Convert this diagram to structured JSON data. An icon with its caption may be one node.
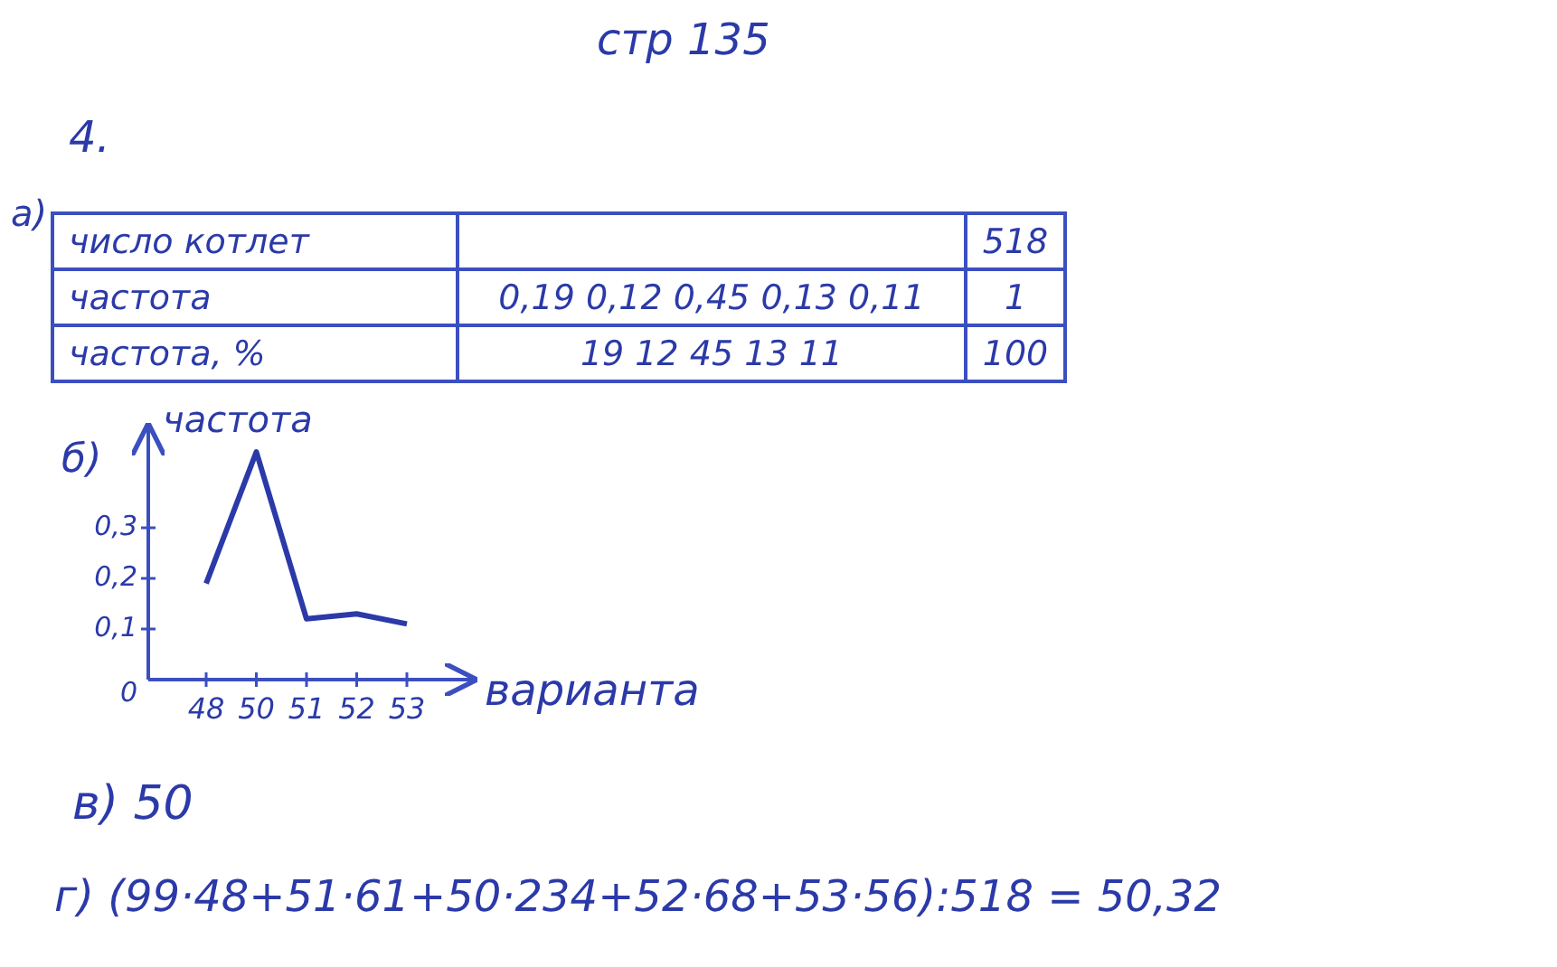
{
  "diagram": {
    "labels": [
      "стр 135",
      "4.",
      "а)",
      "число котлет",
      "518",
      "частота",
      "0,19 0,12 0,45 0,13 0,11",
      "1",
      "частота, %",
      "19 12 45 13 11",
      "100",
      "б)",
      "в) 50",
      "г) (99·48+51·61+50·234+52·68+53·56):518 = 50,32"
    ],
    "chart_data": {
      "type": "line",
      "xlabel": "варианта",
      "ylabel": "частота",
      "categories": [
        "48",
        "50",
        "51",
        "52",
        "53"
      ],
      "series": [
        {
          "color": "#2b3aa8",
          "values": [
            0.19,
            0.45,
            0.12,
            0.13,
            0.11
          ]
        }
      ],
      "ylim": [
        0,
        0.5
      ],
      "yticks": [
        {
          "value": 0,
          "label": "0"
        },
        {
          "value": 0.1,
          "label": "0,1"
        },
        {
          "value": 0.2,
          "label": "0,2"
        },
        {
          "value": 0.3,
          "label": "0,3"
        }
      ]
    }
  }
}
